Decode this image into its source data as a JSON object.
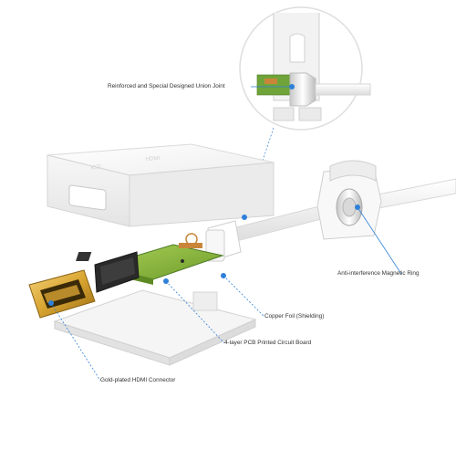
{
  "callouts": {
    "union_joint": "Reinforced and Special Designed Union Joint",
    "magnetic_ring": "Anti-interference Magnetic Ring",
    "copper_foil": "Copper Foil (Shielding)",
    "pcb": "4-layer PCB Printed Circuit Board",
    "hdmi_connector": "Gold-plated HDMI Connector"
  },
  "colors": {
    "accent": "#2f80d8",
    "housing": "#f4f4f4",
    "pcb_green": "#8fbf3f",
    "gold": "#d9a531"
  }
}
